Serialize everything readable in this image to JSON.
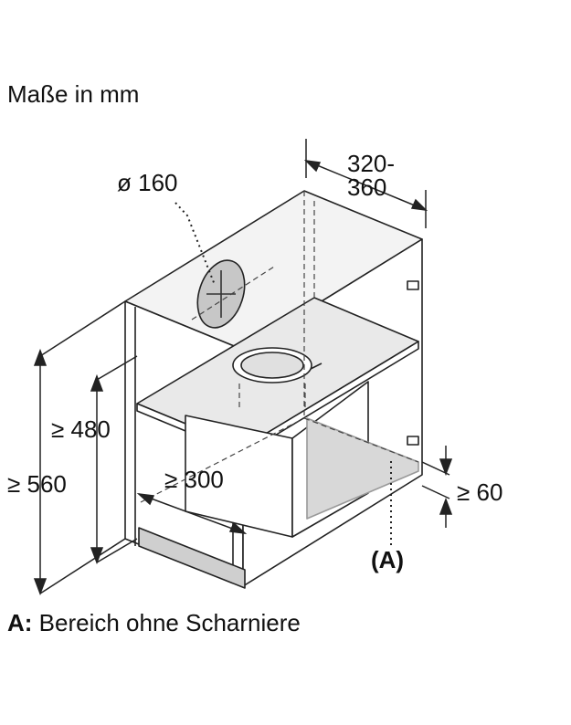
{
  "title": "Maße in mm",
  "dimensions": {
    "depth_top": "320-",
    "depth_bottom": "360",
    "diameter": "ø 160",
    "h480": "≥ 480",
    "h560": "≥ 560",
    "w300": "≥ 300",
    "h60": "≥ 60",
    "marker": "(A)"
  },
  "caption": {
    "key": "A:",
    "text": " Bereich ohne Scharniere"
  }
}
